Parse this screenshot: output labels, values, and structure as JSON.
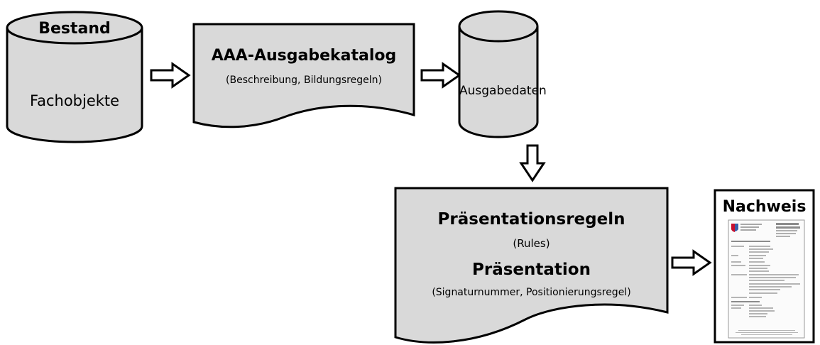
{
  "nodes": {
    "bestand": {
      "title": "Bestand",
      "subtitle": "Fachobjekte"
    },
    "katalog": {
      "title": "AAA-Ausgabekatalog",
      "subtitle": "(Beschreibung, Bildungsregeln)"
    },
    "ausgabedaten": {
      "title": "Ausgabedaten"
    },
    "praesentation": {
      "title1": "Präsentationsregeln",
      "sub1": "(Rules)",
      "title2": "Präsentation",
      "sub2": "(Signaturnummer, Positionierungsregel)"
    },
    "nachweis": {
      "title": "Nachweis"
    }
  },
  "colors": {
    "shape_fill": "#d9d9d9",
    "stroke": "#000000"
  }
}
